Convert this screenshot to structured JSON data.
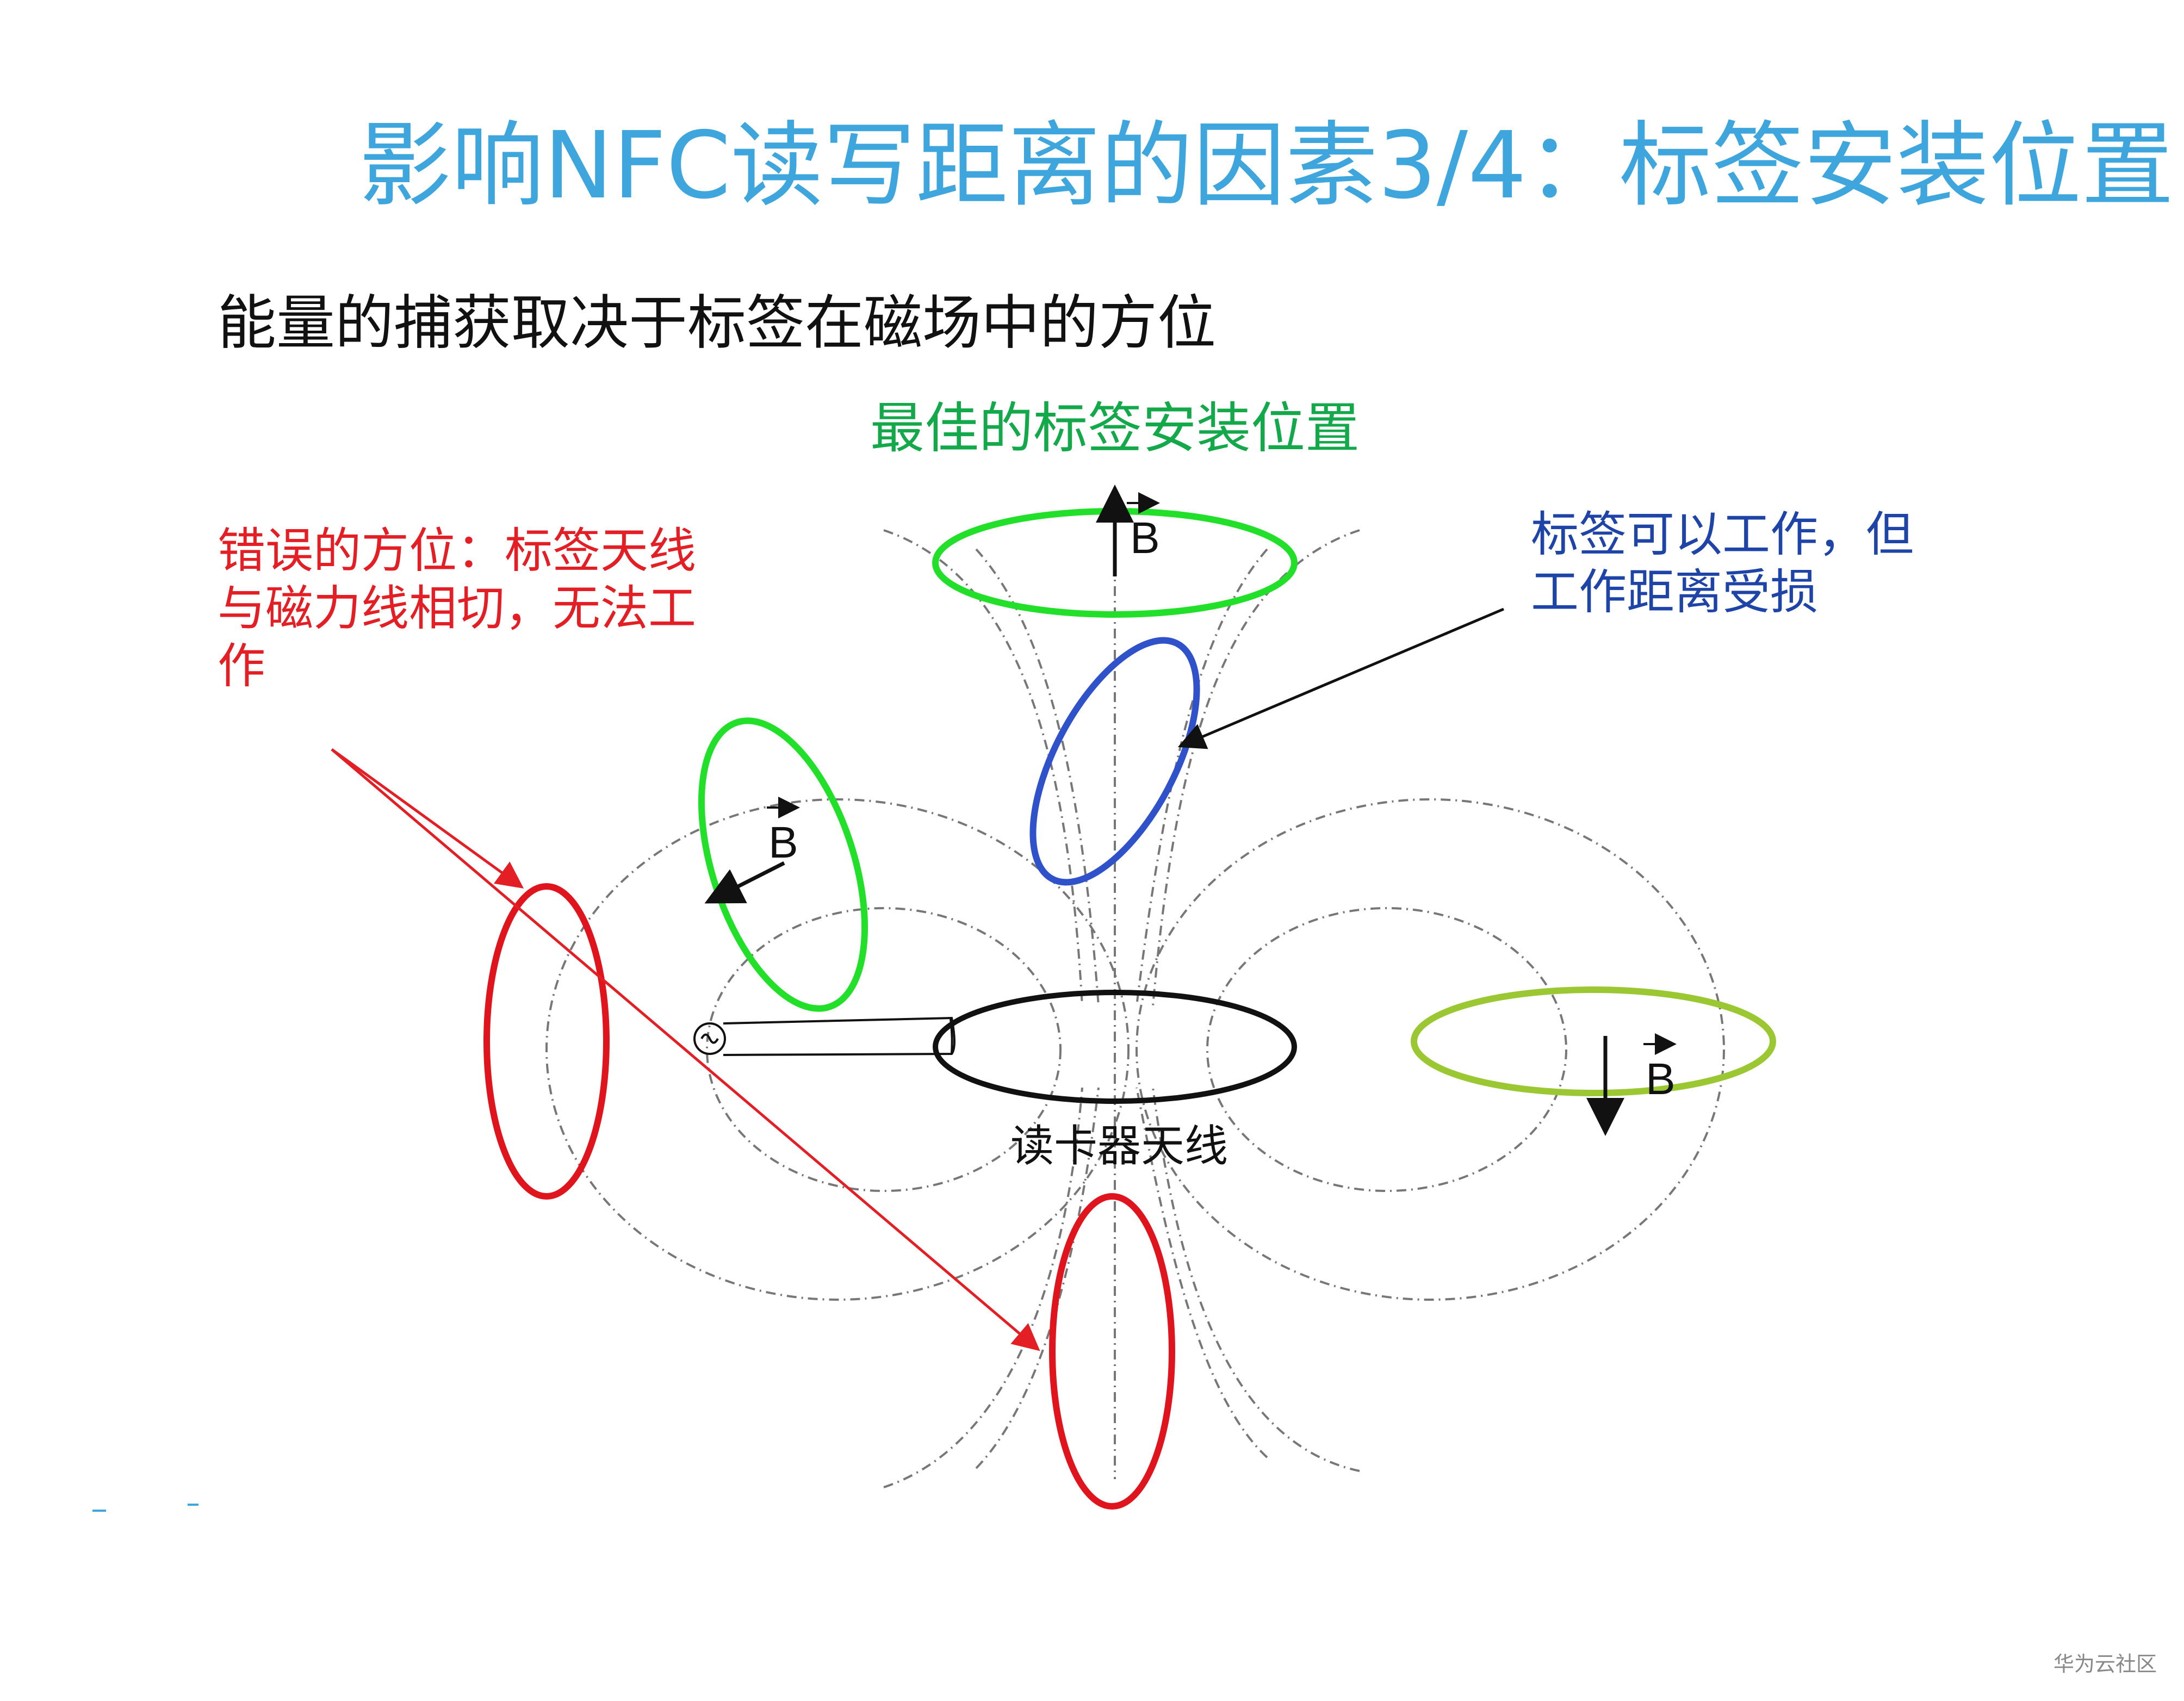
{
  "title": "影响NFC读写距离的因素3/4：标签安装位置",
  "subtitle": "能量的捕获取决于标签在磁场中的方位",
  "labels": {
    "best_position": "最佳的标签安装位置",
    "wrong_orientation": [
      "错误的方位：标签天线",
      "与磁力线相切，无法工",
      "作"
    ],
    "works_reduced": [
      "标签可以工作，但",
      "工作距离受损"
    ],
    "reader_antenna": "读卡器天线",
    "field_symbol": "B"
  },
  "watermark": "华为云社区",
  "colors": {
    "title": "#3fa6dd",
    "best": "#13a84a",
    "wrong": "#e31e24",
    "works": "#1f44a8",
    "tag_green": "#22e02a",
    "tag_yellowgreen": "#9bc832",
    "tag_blue": "#2f51c9",
    "tag_red": "#e0141c",
    "field_lines": "#777777"
  }
}
